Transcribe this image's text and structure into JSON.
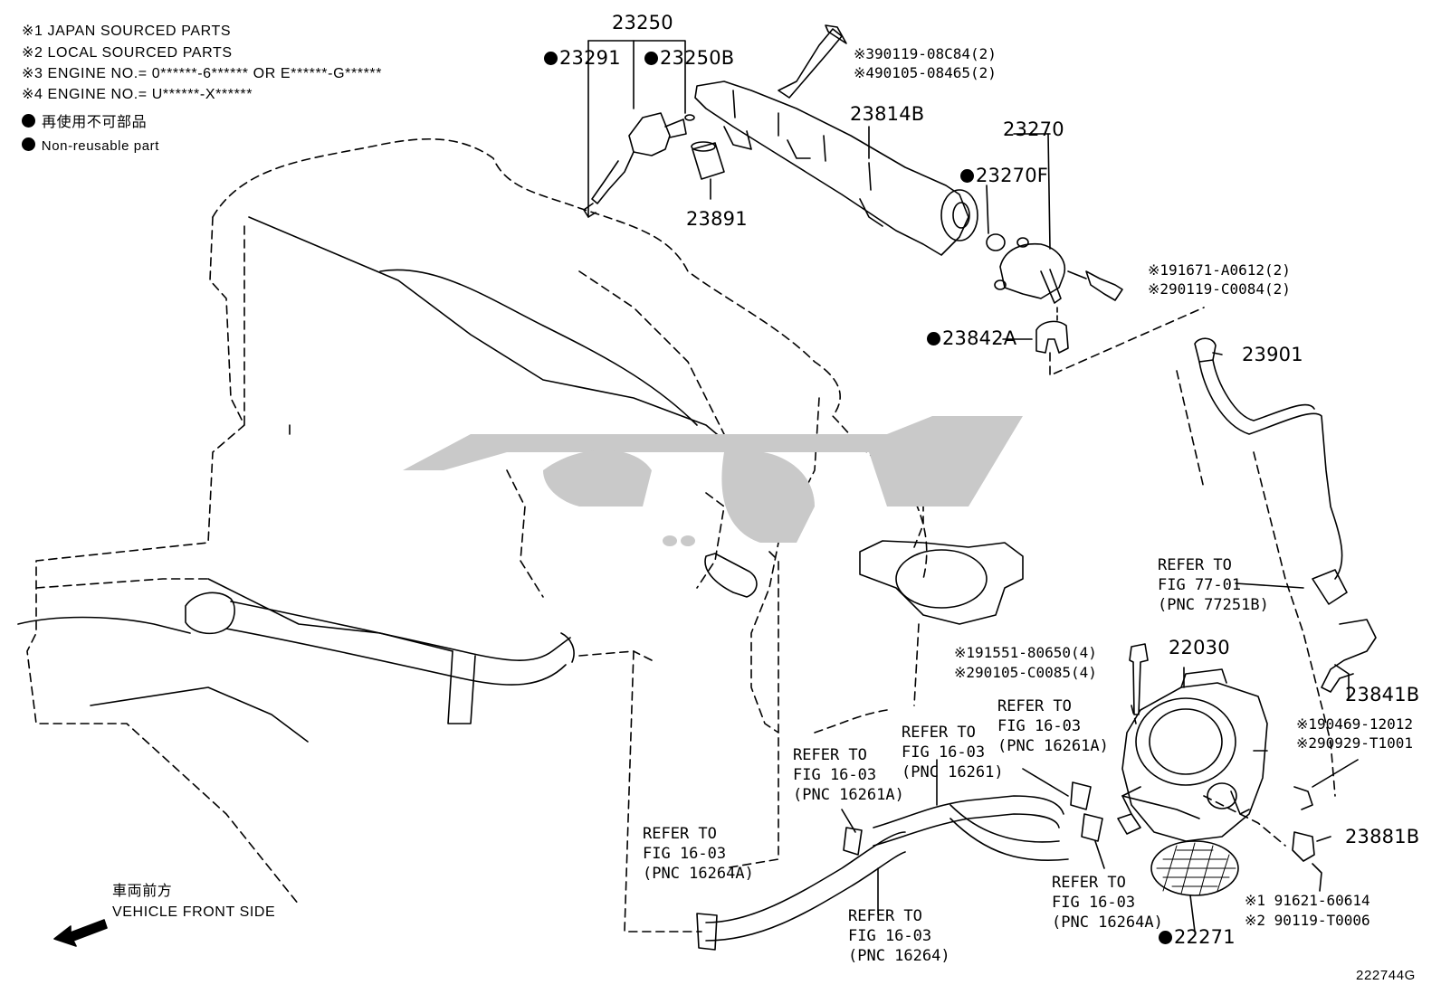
{
  "legend": {
    "notes": [
      "※1 JAPAN SOURCED PARTS",
      "※2 LOCAL SOURCED PARTS",
      "※3 ENGINE NO.= 0******-6****** OR E******-G******",
      "※4 ENGINE NO.= U******-X******"
    ],
    "nonreusable_jp": "再使用不可部品",
    "nonreusable_en": "Non-reusable part"
  },
  "front": {
    "jp": "車両前方",
    "en": "VEHICLE FRONT SIDE"
  },
  "figure_id": "222744G",
  "parts": {
    "p23250": "23250",
    "p23291": "23291",
    "p23250B": "23250B",
    "p23891": "23891",
    "bolt_top_1": "※390119-08C84(2)",
    "bolt_top_2": "※490105-08465(2)",
    "p23814B": "23814B",
    "p23270": "23270",
    "p23270F": "23270F",
    "bolt_mid_1": "※191671-A0612(2)",
    "bolt_mid_2": "※290119-C0084(2)",
    "p23842A": "23842A",
    "p23901": "23901",
    "p22030": "22030",
    "bolt_tb_1": "※191551-80650(4)",
    "bolt_tb_2": "※290105-C0085(4)",
    "p23841B": "23841B",
    "clip_1": "※190469-12012",
    "clip_2": "※290929-T1001",
    "p23881B": "23881B",
    "screw_1": "※1 91621-60614",
    "screw_2": "※2 90119-T0006",
    "p22271": "22271"
  },
  "refs": {
    "r7701": "REFER TO\nFIG 77-01\n(PNC 77251B)",
    "r16261A_top": "REFER TO\nFIG 16-03\n(PNC 16261A)",
    "r16261": "REFER TO\nFIG 16-03\n(PNC 16261)",
    "r16261A_left": "REFER TO\nFIG 16-03\n(PNC 16261A)",
    "r16264A_left": "REFER TO\nFIG 16-03\n(PNC 16264A)",
    "r16264A_right": "REFER TO\nFIG 16-03\n(PNC 16264A)",
    "r16264": "REFER TO\nFIG 16-03\n(PNC 16264)"
  }
}
